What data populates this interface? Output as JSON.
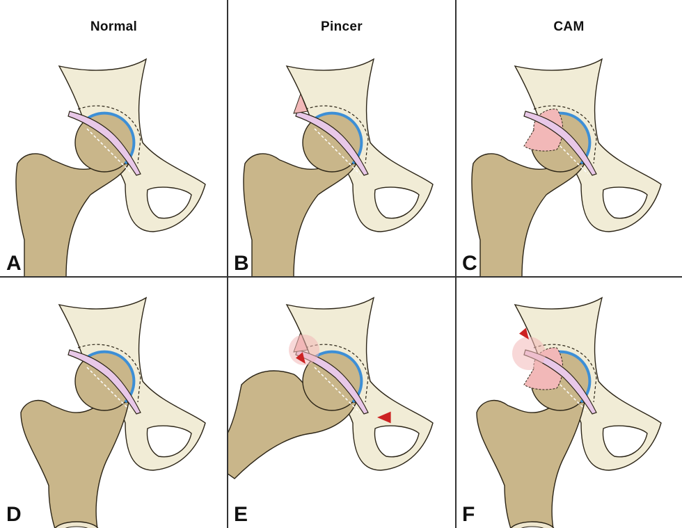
{
  "figure": {
    "columns": [
      {
        "title": "Normal"
      },
      {
        "title": "Pincer"
      },
      {
        "title": "CAM"
      }
    ],
    "panels": [
      {
        "letter": "A",
        "variant": "normal",
        "arrows": []
      },
      {
        "letter": "B",
        "variant": "pincer",
        "arrows": []
      },
      {
        "letter": "C",
        "variant": "cam",
        "arrows": []
      },
      {
        "letter": "D",
        "variant": "normal-flexed",
        "arrows": []
      },
      {
        "letter": "E",
        "variant": "pincer-impinged",
        "arrows": [
          "rim-arrow",
          "contrecoup-arrow"
        ]
      },
      {
        "letter": "F",
        "variant": "cam-impinged",
        "arrows": [
          "cam-arrow"
        ]
      }
    ]
  },
  "colors": {
    "pelvis": "#f1ecd6",
    "femur": "#c9b68a",
    "cartilage": "#3d8fd6",
    "labrum": "#e8c8e8",
    "impingement": "#f2b8b8",
    "arrow": "#cc2222",
    "outline": "#2b2416"
  }
}
